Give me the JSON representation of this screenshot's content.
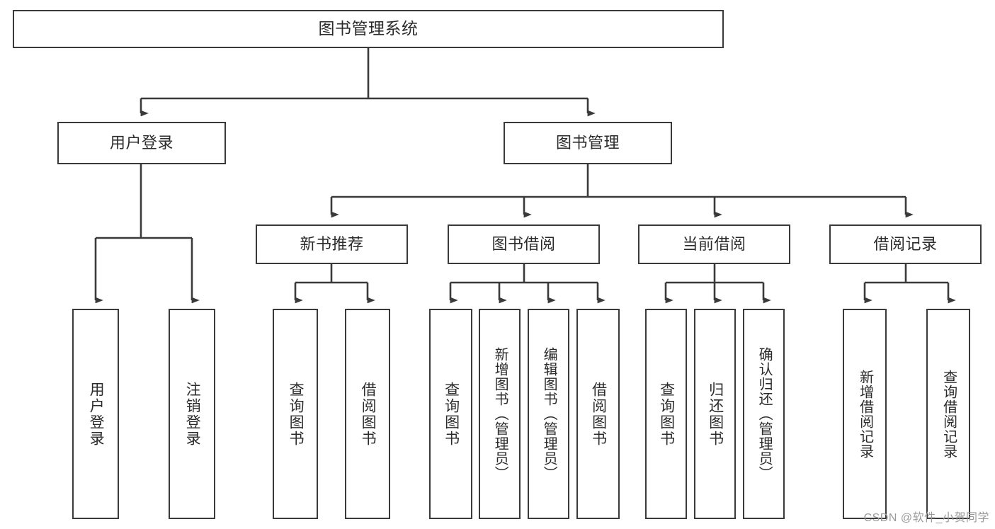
{
  "diagram": {
    "title": "图书管理系统",
    "type": "hierarchy-tree",
    "watermark": "CSDN @软件_小贺同学",
    "stroke_color": "#3a3a3a",
    "text_color": "#2b2b2b",
    "background_color": "#ffffff",
    "nodes": {
      "root": {
        "label": "图书管理系统"
      },
      "level2": [
        {
          "label": "用户登录"
        },
        {
          "label": "图书管理"
        }
      ],
      "level3": [
        {
          "label": "新书推荐"
        },
        {
          "label": "图书借阅"
        },
        {
          "label": "当前借阅"
        },
        {
          "label": "借阅记录"
        }
      ],
      "leaves_user_login": [
        {
          "label": "用户登录"
        },
        {
          "label": "注销登录"
        }
      ],
      "leaves_new_book": [
        {
          "label": "查询图书"
        },
        {
          "label": "借阅图书"
        }
      ],
      "leaves_borrow": [
        {
          "label": "查询图书"
        },
        {
          "label": "新增图书（管理员）"
        },
        {
          "label": "编辑图书（管理员）"
        },
        {
          "label": "借阅图书"
        }
      ],
      "leaves_current": [
        {
          "label": "查询图书"
        },
        {
          "label": "归还图书"
        },
        {
          "label": "确认归还（管理员）"
        }
      ],
      "leaves_records": [
        {
          "label": "新增借阅记录"
        },
        {
          "label": "查询借阅记录"
        }
      ]
    }
  }
}
